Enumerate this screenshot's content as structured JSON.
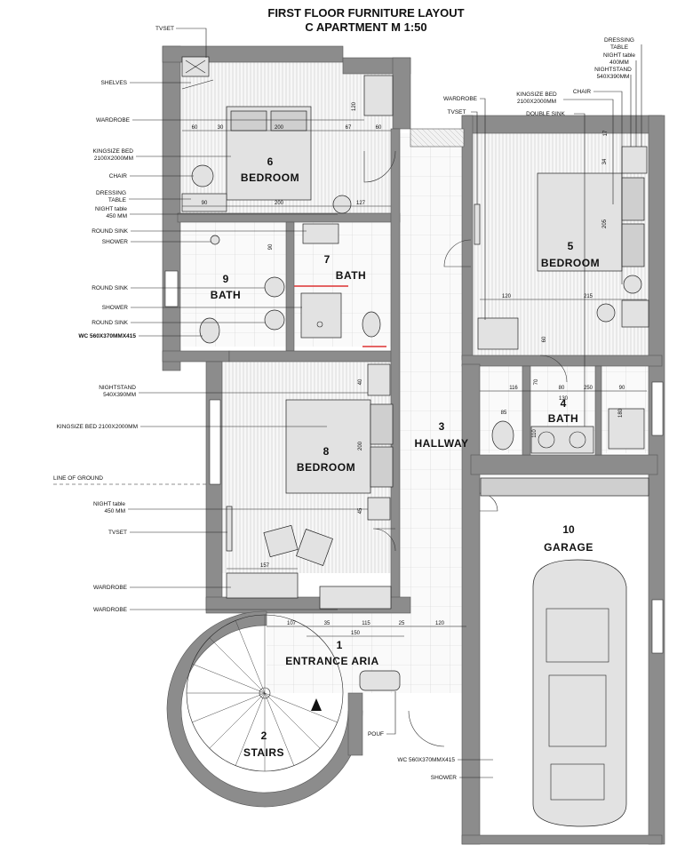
{
  "title": {
    "line1": "FIRST FLOOR FURNITURE LAYOUT",
    "line2": "C APARTMENT M 1:50"
  },
  "rooms": [
    {
      "id": "r1",
      "number": "1",
      "name": "ENTRANCE ARIA"
    },
    {
      "id": "r2",
      "number": "2",
      "name": "STAIRS"
    },
    {
      "id": "r3",
      "number": "3",
      "name": "HALLWAY"
    },
    {
      "id": "r4",
      "number": "4",
      "name": "BATH"
    },
    {
      "id": "r5",
      "number": "5",
      "name": "BEDROOM"
    },
    {
      "id": "r6",
      "number": "6",
      "name": "BEDROOM"
    },
    {
      "id": "r7",
      "number": "7",
      "name": "BATH"
    },
    {
      "id": "r8",
      "number": "8",
      "name": "BEDROOM"
    },
    {
      "id": "r9",
      "number": "9",
      "name": "BATH"
    },
    {
      "id": "r10",
      "number": "10",
      "name": "GARAGE"
    }
  ],
  "callouts_left": {
    "tvset_top": "TVSET",
    "shelves": "SHELVES",
    "wardrobe_6": "WARDROBE",
    "kingsize_bed_6": [
      "KINGSIZE BED",
      "2100X2000MM"
    ],
    "chair_6": "CHAIR",
    "dressing_table_6": [
      "DRESSING",
      "TABLE"
    ],
    "night_table_6": [
      "NIGHT table",
      "450 MM"
    ],
    "round_sink_a": "ROUND SINK",
    "shower_a": "SHOWER",
    "round_sink_b": "ROUND SINK",
    "shower_b": "SHOWER",
    "round_sink_c": "ROUND SINK",
    "wc_a": "WC  560X370MMX415",
    "nightstand_8": [
      "NIGHTSTAND",
      "540X390MM"
    ],
    "kingsize_bed_8": "KINGSIZE BED 2100X2000MM",
    "line_of_ground": "LINE OF GROUND",
    "night_table_8": [
      "NIGHT table",
      "450 MM"
    ],
    "tvset_8": "TVSET",
    "wardrobe_8a": "WARDROBE",
    "wardrobe_8b": "WARDROBE"
  },
  "callouts_right": {
    "dressing_table_5": [
      "DRESSING",
      "TABLE"
    ],
    "night_table_5": [
      "NIGHT table",
      "400MM"
    ],
    "nightstand_5": [
      "NIGHTSTAND",
      "540X390MM"
    ],
    "chair_5": "CHAIR",
    "kingsize_bed_5": [
      "KINGSIZE BED",
      "2100X2000MM"
    ],
    "wardrobe_5": "WARDROBE",
    "tvset_5": "TVSET",
    "double_sink": "DOUBLE SINK",
    "pouf": "POUF",
    "wc_b": "WC  560X370MMX415",
    "shower_c": "SHOWER"
  },
  "dimensions": {
    "d60": "60",
    "d30": "30",
    "d200": "200",
    "d67": "67",
    "d60b": "60",
    "d120": "120",
    "d90a": "90",
    "d200b": "200",
    "d127": "127",
    "d90b": "90",
    "d34": "34",
    "d205": "205",
    "d120b": "120",
    "d215": "215",
    "d60c": "60",
    "d116": "116",
    "d70": "70",
    "d80": "80",
    "d250": "250",
    "d90c": "90",
    "d85": "85",
    "d130": "130",
    "d110": "110",
    "d180": "180",
    "d40": "40",
    "d200c": "200",
    "d45": "45",
    "d157": "157",
    "d107": "107",
    "d35": "35",
    "d115": "115",
    "d25": "25",
    "d120c": "120",
    "d150": "150",
    "d17": "17"
  },
  "colors": {
    "wall": "#8c8c8c",
    "furniture": "#e2e2e2",
    "accent_red": "#dd3333"
  }
}
